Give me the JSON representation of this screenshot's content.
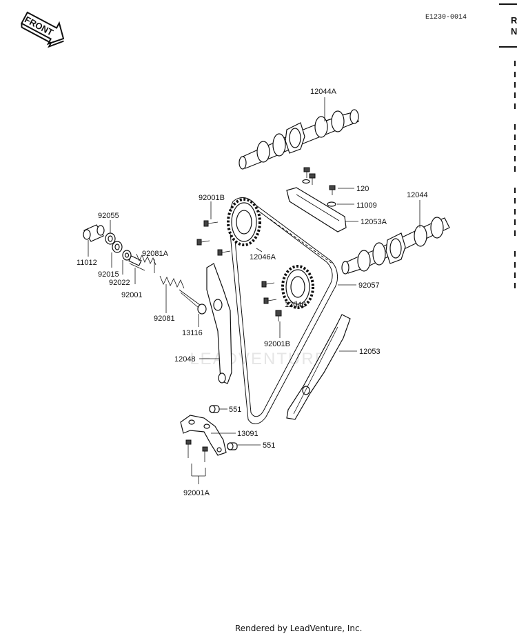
{
  "diagram_code": "E1230-0014",
  "front_label": "FRONT",
  "header_fragment": [
    "R",
    "N"
  ],
  "parts": {
    "p12044A": "12044A",
    "p120": "120",
    "p11009": "11009",
    "p12044": "12044",
    "p12053A": "12053A",
    "p92001B_top": "92001B",
    "p92055": "92055",
    "p11012": "11012",
    "p92015": "92015",
    "p92022": "92022",
    "p92001": "92001",
    "p92081A": "92081A",
    "p92081": "92081",
    "p13116": "13116",
    "p12046A": "12046A",
    "p92057": "92057",
    "p12046": "12046",
    "p92001B_bot": "92001B",
    "p12053": "12053",
    "p12048": "12048",
    "p551_a": "551",
    "p13091": "13091",
    "p551_b": "551",
    "p92001A": "92001A"
  },
  "watermark": "LEADVENTURE",
  "footer": "Rendered by LeadVenture, Inc."
}
